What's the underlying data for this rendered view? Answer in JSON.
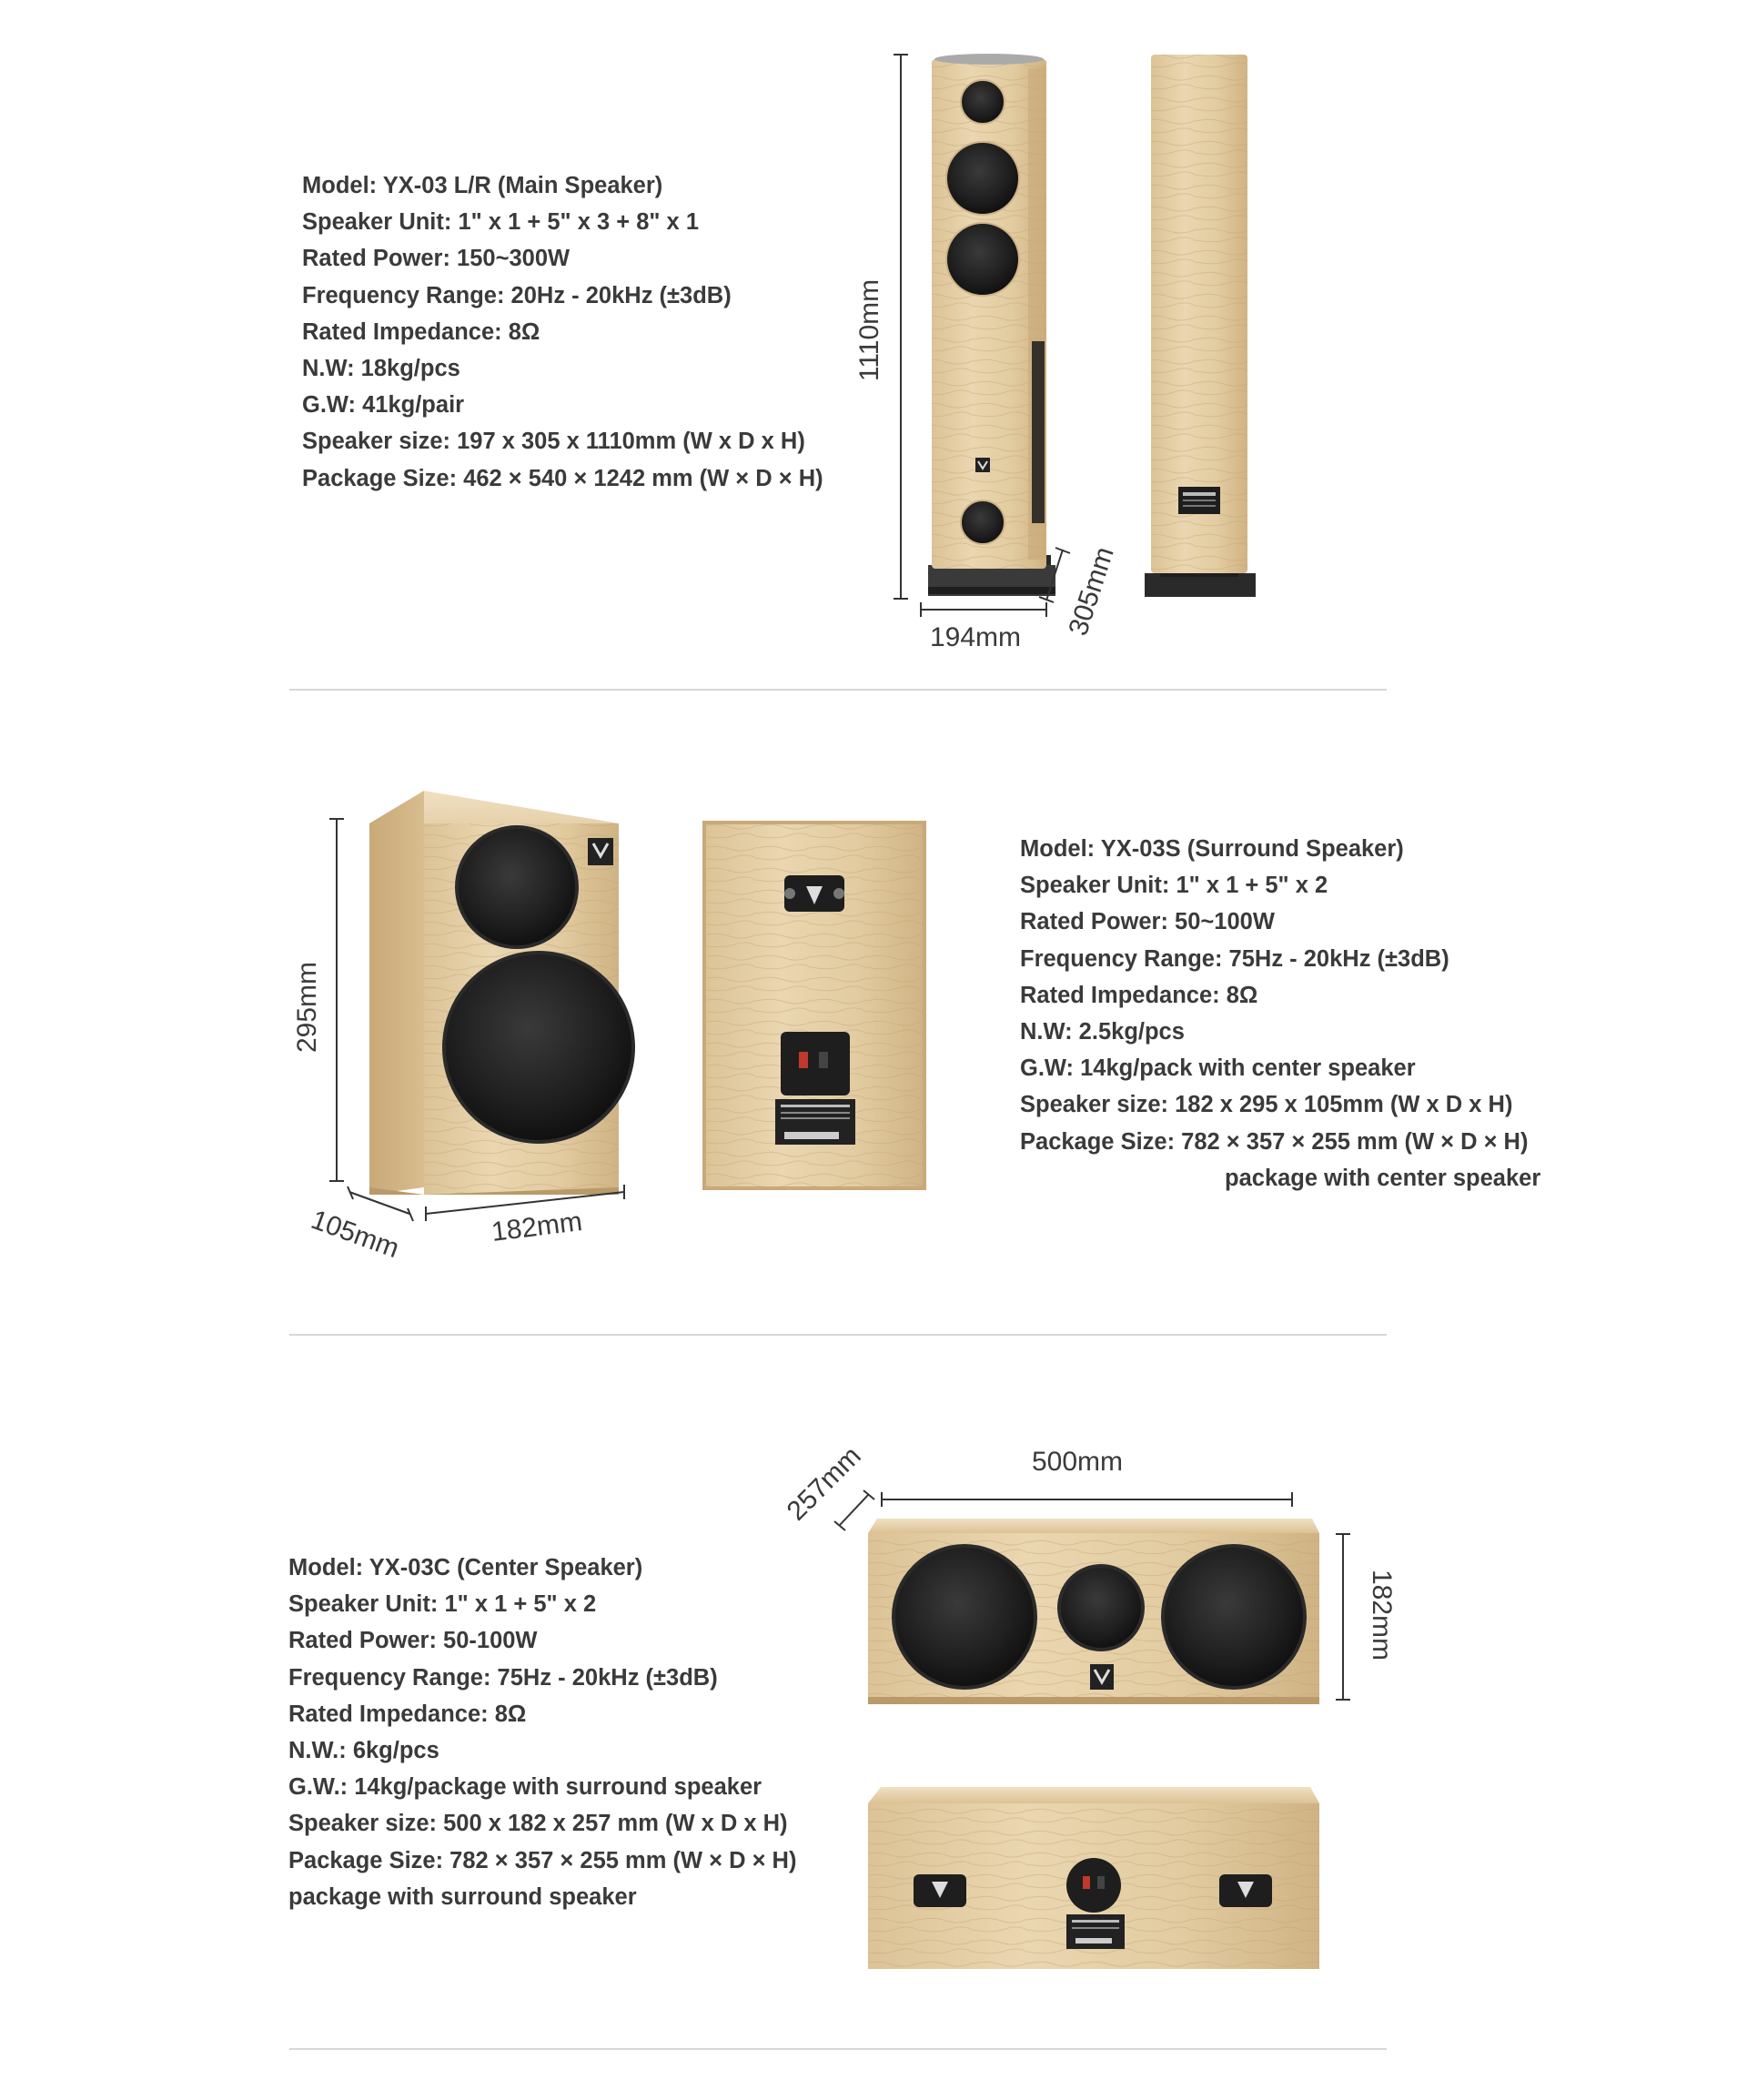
{
  "main": {
    "specs": [
      "Model: YX-03 L/R (Main Speaker)",
      "Speaker Unit: 1\" x 1 + 5\" x 3 + 8\" x 1",
      "Rated Power: 150~300W",
      "Frequency Range: 20Hz - 20kHz (±3dB)",
      "Rated Impedance: 8Ω",
      "N.W: 18kg/pcs",
      "G.W: 41kg/pair",
      "Speaker size: 197 x 305 x 1110mm (W x D x H)",
      "Package Size: 462 × 540 × 1242 mm (W × D × H)"
    ],
    "dims": {
      "height": "1110mm",
      "width": "194mm",
      "depth": "305mm"
    }
  },
  "surround": {
    "specs": [
      "Model: YX-03S (Surround Speaker)",
      "Speaker Unit: 1\" x 1 + 5\" x 2",
      "Rated Power: 50~100W",
      "Frequency Range: 75Hz - 20kHz (±3dB)",
      "Rated Impedance: 8Ω",
      "N.W: 2.5kg/pcs",
      "G.W: 14kg/pack with center speaker",
      "Speaker size: 182 x 295 x 105mm (W x D x H)",
      "Package Size: 782 × 357 × 255 mm (W × D × H)",
      "package with center speaker"
    ],
    "dims": {
      "height": "295mm",
      "depth": "105mm",
      "width": "182mm"
    }
  },
  "center": {
    "specs": [
      "Model: YX-03C (Center Speaker)",
      "Speaker Unit: 1\" x 1 + 5\" x 2",
      "Rated Power: 50-100W",
      "Frequency Range: 75Hz - 20kHz (±3dB)",
      "Rated Impedance: 8Ω",
      "N.W.: 6kg/pcs",
      "G.W.: 14kg/package with surround speaker",
      "Speaker size: 500 x 182 x 257 mm (W x D x H)",
      "Package Size: 782 × 357 × 255 mm (W × D × H)",
      "package with surround speaker"
    ],
    "dims": {
      "depth": "257mm",
      "width": "500mm",
      "height": "182mm"
    }
  },
  "colors": {
    "wood_light": "#e6d2aa",
    "wood_mid": "#d4ba8a",
    "wood_dark": "#b99a68",
    "driver": "#1e1e1e",
    "divider": "#d7d7d7",
    "text": "#3a3a3a"
  }
}
